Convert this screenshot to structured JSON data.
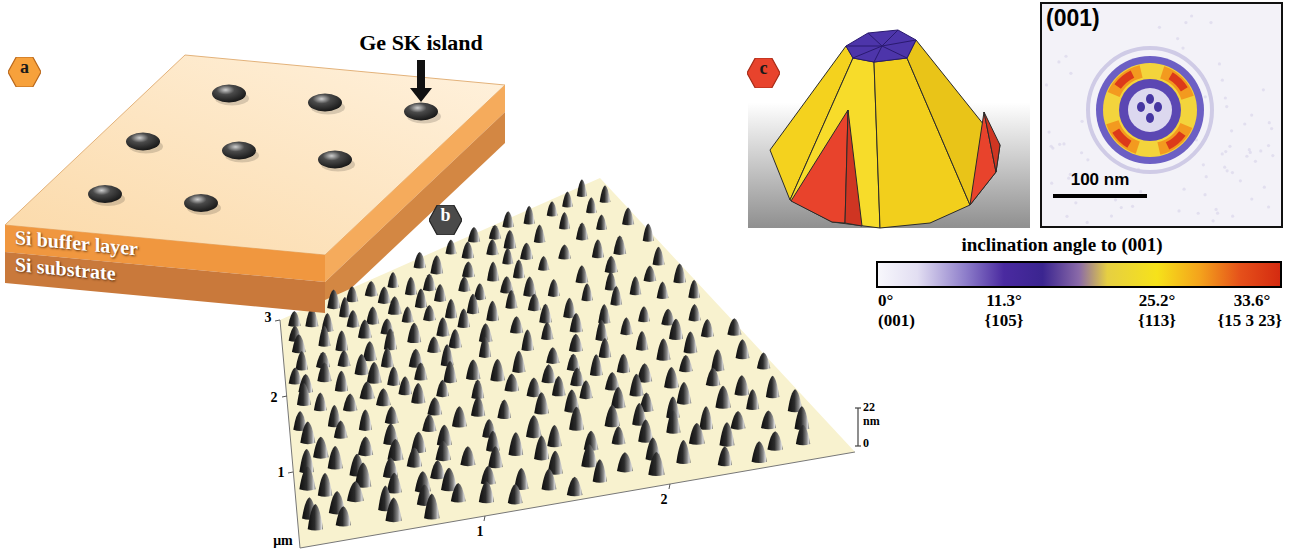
{
  "diagram": {
    "nodes": [
      {
        "text": [
          "a"
        ]
      },
      {
        "text": [
          "Si buffer layer"
        ]
      },
      {
        "text": [
          "Si substrate"
        ]
      },
      {
        "text": [
          "b"
        ]
      },
      {
        "text": [
          "c"
        ]
      },
      {
        "text": [
          "(001)",
          "100 nm"
        ]
      }
    ],
    "labels": [
      "Ge SK island",
      "3",
      "2",
      "1",
      "1",
      "2",
      "μm",
      "22",
      "nm",
      "0",
      "inclination angle to (001)",
      "0°",
      "11.3°",
      "25.2°",
      "33.6°",
      "(001)",
      "{105}",
      "{113}",
      "{15 3 23}"
    ]
  }
}
